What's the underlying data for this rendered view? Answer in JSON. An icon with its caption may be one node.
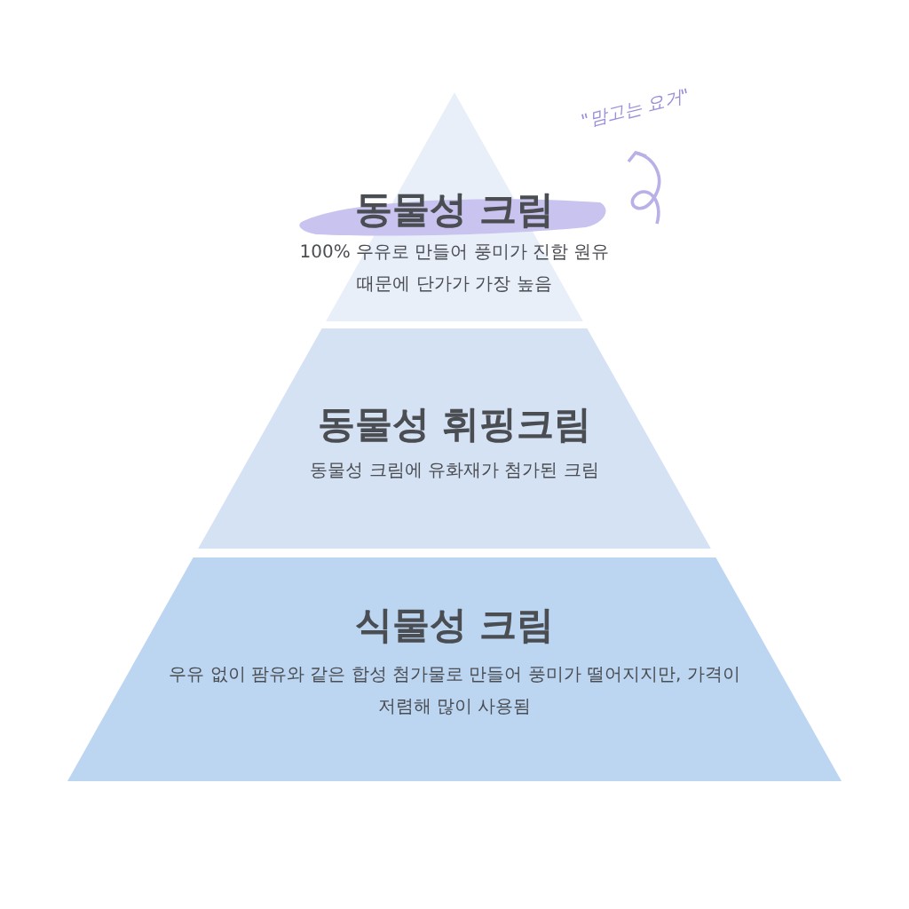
{
  "diagram": {
    "nodes": [
      {
        "text": [
          "동물성 크림",
          "100% 우유로 만들어 풍미가 진함 원유 때문에 단가가 가장 높음"
        ]
      },
      {
        "text": [
          "동물성 휘핑크림",
          "동물성 크림에 유화재가 첨가된 크림"
        ]
      },
      {
        "text": [
          "식물성 크림",
          "우유 없이 팜유와 같은 합성 첨가물로 만들어 풍미가 떨어지지만, 가격이 저렴해 많이 사용됨"
        ]
      }
    ],
    "labels": [
      "\"맘고는 요거\""
    ]
  }
}
